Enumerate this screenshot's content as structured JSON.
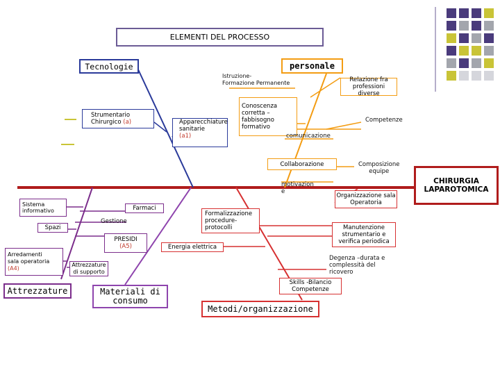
{
  "title": "ELEMENTI DEL PROCESSO",
  "effect": "CHIRURGIA LAPAROTOMICA",
  "categories": {
    "tecnologie": "Tecnologie",
    "personale": "personale",
    "attrezzature": "Attrezzature",
    "materiali": "Materiali di consumo",
    "metodi": "Metodi/organizzazione"
  },
  "tecnologie_items": {
    "strumentario": "Strumentario\nChirurgico",
    "strumentario_code": "(a)",
    "apparecchiature": "Apparecchiature\nsanitarie",
    "apparecchiature_code": "(a1)"
  },
  "personale_items": {
    "istruzione": "Istruzione-\nFormazione Permanente",
    "relazione": "Relazione fra\nprofessioni diverse",
    "conoscenza": "Conoscenza\ncorretta –\nfabbisogno\nformativo",
    "competenze": "Competenze",
    "comunicazione": "comunicazione",
    "collaborazione": "Collaborazione",
    "composizione": "Composizione\nequipe",
    "motivazione": "motivazion\ne"
  },
  "attrezzature_items": {
    "sistema": "Sistema\ninformativo",
    "farmaci": "Farmaci",
    "gestione": "Gestione",
    "spazi": "Spazi",
    "presidi": "PRESIDI",
    "presidi_code": "(A5)",
    "arredamenti": "Arredamenti\nsala operatoria",
    "arredamenti_code": "(A4)",
    "attrezzature_supporto": "Attrezzature\ndi supporto"
  },
  "metodi_items": {
    "organizzazione": "Organizzazione sala\nOperatoria",
    "formalizzazione": "Formalizzazione\nprocedure-\nprotocolli",
    "manutenzione": "Manutenzione\nstrumentario e\nverifica periodica",
    "energia": "Energia elettrica",
    "degenza": "Degenza –durata e\ncomplessità del\nricovero",
    "skills": "Skills -Bilancio\nCompetenze"
  },
  "colors": {
    "spine": "#b01c1c",
    "tecnologie": "#2a3a9a",
    "personale": "#f39c12",
    "attrezzature": "#7b2d8b",
    "materiali": "#8e44ad",
    "metodi": "#d63031",
    "effect_bg": "#b01c1c",
    "dot_purple": "#4a3b7c",
    "dot_olive": "#c9c437",
    "dot_grey": "#a3a6ad",
    "dot_light": "#d5d6dc"
  }
}
